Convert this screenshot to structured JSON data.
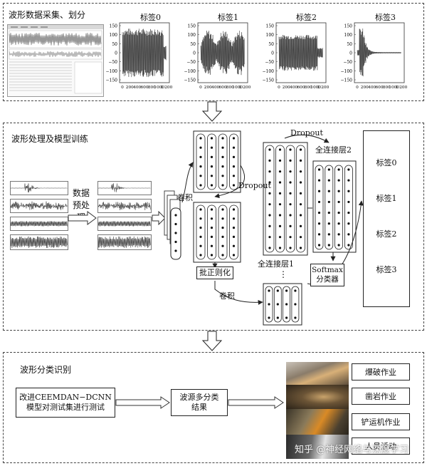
{
  "section1": {
    "title": "波形数据采集、划分",
    "label_titles": [
      "标签0",
      "标签1",
      "标签2",
      "标签3"
    ],
    "yticks": [
      "150",
      "100",
      "50",
      "0",
      "−50",
      "−100",
      "−150"
    ],
    "xticks": [
      "0",
      "200",
      "400",
      "600",
      "800",
      "1000",
      "1 200"
    ]
  },
  "section2": {
    "title": "波形处理及模型训练",
    "preprocess_label": [
      "数据",
      "预处理"
    ],
    "conv1": "卷积",
    "dropout1": "Dropout",
    "batchnorm": "批正则化",
    "conv2": "卷积",
    "dropout2": "Dropout",
    "fc1": "全连接层1",
    "fc2": "全连接层2",
    "softmax": [
      "Softmax",
      "分类器"
    ],
    "ellipsis": "⋮",
    "outputs": [
      "标签0",
      "标签1",
      "标签2",
      "标签3"
    ]
  },
  "section3": {
    "title": "波形分类识别",
    "test_box": [
      "改进CEEMDAN−DCNN",
      "模型对测试集进行测试"
    ],
    "result_box": [
      "波源多分类",
      "结果"
    ],
    "categories": [
      "爆破作业",
      "凿岩作业",
      "铲运机作业",
      "人员活动"
    ]
  },
  "watermark": "知乎 @神经网络与深度学习",
  "colors": {
    "ink": "#222222",
    "wave": "#333333",
    "panel_border": "#444444"
  }
}
